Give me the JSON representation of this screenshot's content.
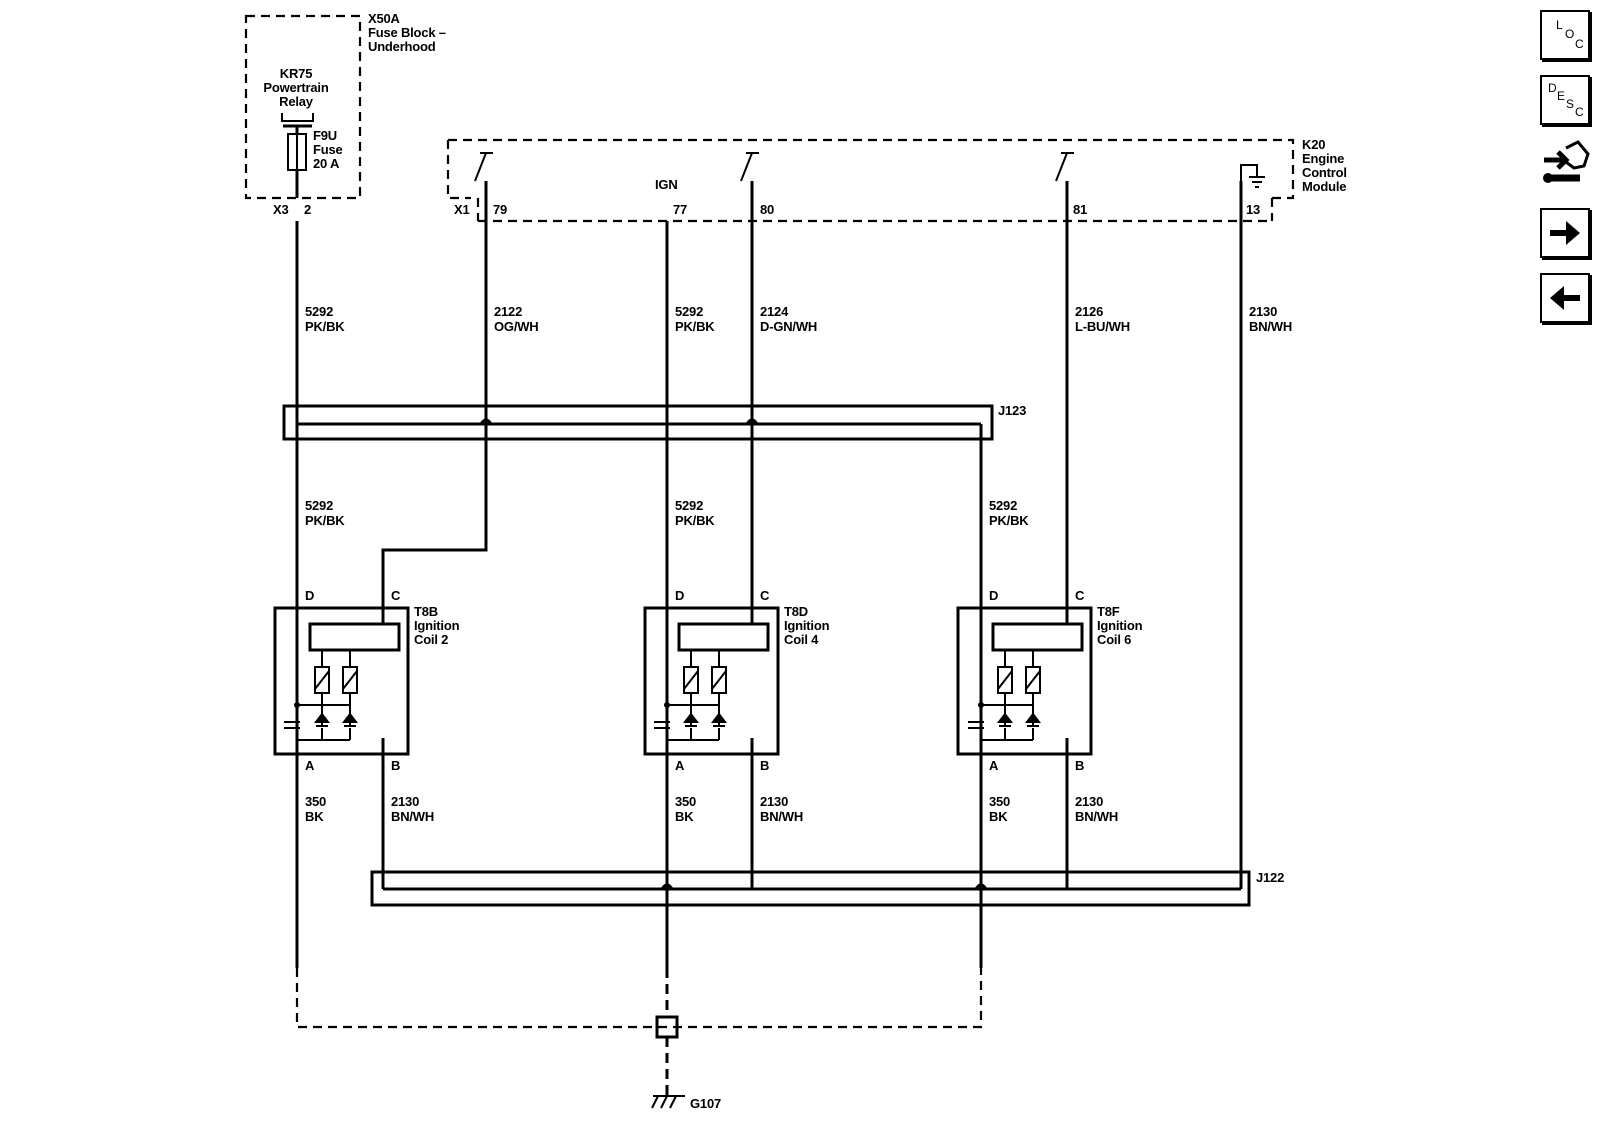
{
  "fuse_block": {
    "id": "X50A",
    "name_line1": "Fuse Block –",
    "name_line2": "Underhood",
    "relay_id": "KR75",
    "relay_line1": "Powertrain",
    "relay_line2": "Relay",
    "fuse_id": "F9U",
    "fuse_word": "Fuse",
    "fuse_rating": "20 A",
    "connector": "X3",
    "pin": "2"
  },
  "ecm": {
    "id": "K20",
    "line1": "Engine",
    "line2": "Control",
    "line3": "Module",
    "connector": "X1",
    "ign_label": "IGN",
    "pins": [
      "79",
      "77",
      "80",
      "81",
      "13"
    ]
  },
  "wires_upper": [
    {
      "circuit": "5292",
      "color": "PK/BK"
    },
    {
      "circuit": "2122",
      "color": "OG/WH"
    },
    {
      "circuit": "5292",
      "color": "PK/BK"
    },
    {
      "circuit": "2124",
      "color": "D-GN/WH"
    },
    {
      "circuit": "2126",
      "color": "L-BU/WH"
    },
    {
      "circuit": "2130",
      "color": "BN/WH"
    }
  ],
  "splices": {
    "upper": "J123",
    "lower": "J122"
  },
  "wires_mid": [
    {
      "circuit": "5292",
      "color": "PK/BK"
    },
    {
      "circuit": "5292",
      "color": "PK/BK"
    },
    {
      "circuit": "5292",
      "color": "PK/BK"
    }
  ],
  "coils": [
    {
      "id": "T8B",
      "line1": "Ignition",
      "line2": "Coil 2"
    },
    {
      "id": "T8D",
      "line1": "Ignition",
      "line2": "Coil 4"
    },
    {
      "id": "T8F",
      "line1": "Ignition",
      "line2": "Coil 6"
    }
  ],
  "coil_pins": {
    "d": "D",
    "c": "C",
    "a": "A",
    "b": "B"
  },
  "wires_lower": [
    {
      "circuit": "350",
      "color": "BK"
    },
    {
      "circuit": "2130",
      "color": "BN/WH"
    },
    {
      "circuit": "350",
      "color": "BK"
    },
    {
      "circuit": "2130",
      "color": "BN/WH"
    },
    {
      "circuit": "350",
      "color": "BK"
    },
    {
      "circuit": "2130",
      "color": "BN/WH"
    }
  ],
  "ground": {
    "id": "G107"
  },
  "nav": {
    "loc": {
      "l": "L",
      "o": "O",
      "c": "C"
    },
    "desc": {
      "d": "D",
      "e": "E",
      "s": "S",
      "c": "C"
    },
    "connector_icon": "connector-icon",
    "next_icon": "arrow-right-icon",
    "prev_icon": "arrow-left-icon"
  }
}
